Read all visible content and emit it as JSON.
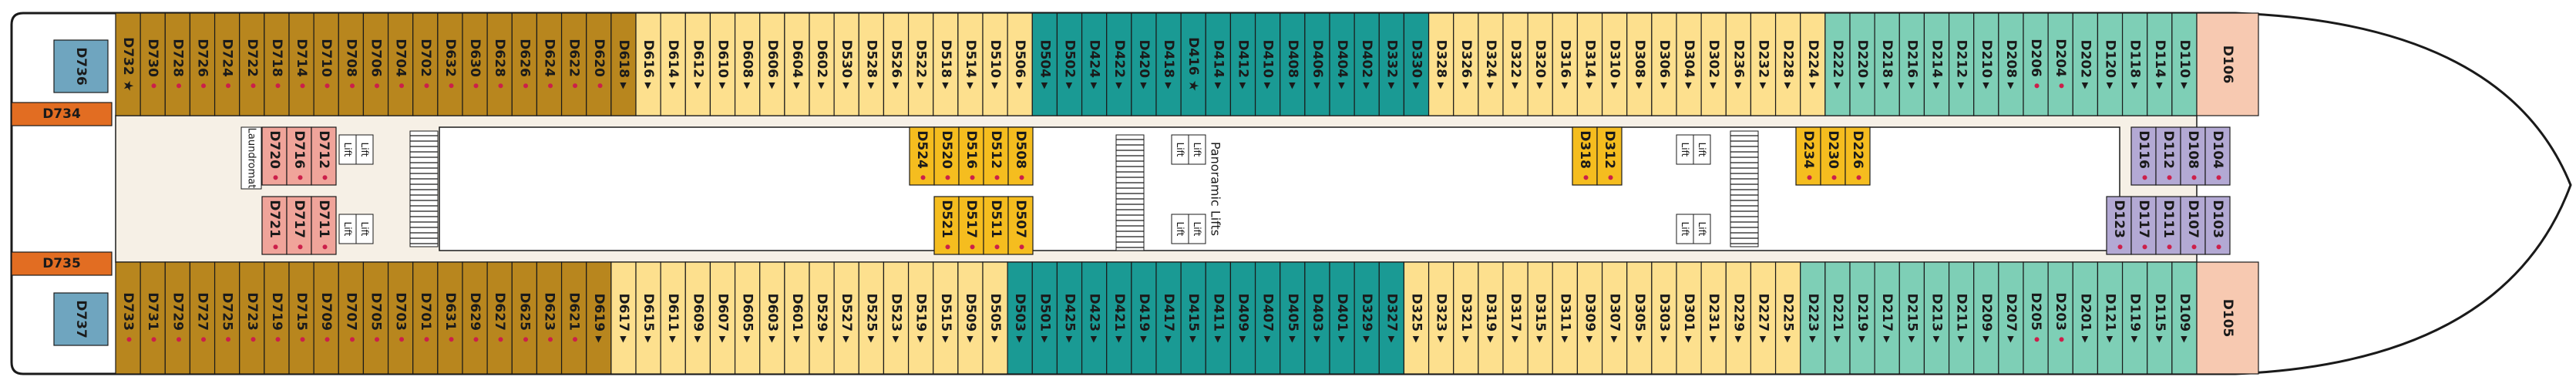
{
  "palette": {
    "brown": "#b8861e",
    "light_yellow": "#fde08e",
    "teal": "#1a9a94",
    "mint": "#7ecfb6",
    "steel": "#6fa5bf",
    "peach": "#f7c9b1",
    "pink": "#f0a49a",
    "lavender": "#b3a9d4",
    "gold": "#f5bd1f",
    "orange": "#e26d22",
    "corridor": "#f6f0e6",
    "outline": "#1a1a1a",
    "dot": "#cc1f4a"
  },
  "facilities": {
    "laundromat": "Laundromat",
    "lift": "Lift",
    "panoramic_lifts": "Panoramic Lifts"
  },
  "top_row": [
    {
      "id": "D732",
      "mark": "star"
    },
    {
      "id": "D730",
      "mark": "dot"
    },
    {
      "id": "D728",
      "mark": "dot"
    },
    {
      "id": "D726",
      "mark": "dot"
    },
    {
      "id": "D724",
      "mark": "dot"
    },
    {
      "id": "D722",
      "mark": "dot"
    },
    {
      "id": "D718",
      "mark": "dot"
    },
    {
      "id": "D714",
      "mark": "dot"
    },
    {
      "id": "D710",
      "mark": "dot"
    },
    {
      "id": "D708",
      "mark": "dot"
    },
    {
      "id": "D706",
      "mark": "dot"
    },
    {
      "id": "D704",
      "mark": "dot"
    },
    {
      "id": "D702",
      "mark": "dot"
    },
    {
      "id": "D632",
      "mark": "dot"
    },
    {
      "id": "D630",
      "mark": "dot"
    },
    {
      "id": "D628",
      "mark": "dot"
    },
    {
      "id": "D626",
      "mark": "dot"
    },
    {
      "id": "D624",
      "mark": "dot"
    },
    {
      "id": "D622",
      "mark": "dot"
    },
    {
      "id": "D620",
      "mark": "dot"
    },
    {
      "id": "D618",
      "mark": "arrow"
    },
    {
      "id": "D616",
      "mark": "arrow"
    },
    {
      "id": "D614",
      "mark": "arrow"
    },
    {
      "id": "D612",
      "mark": "arrow"
    },
    {
      "id": "D610",
      "mark": "arrow"
    },
    {
      "id": "D608",
      "mark": "arrow"
    },
    {
      "id": "D606",
      "mark": "arrow"
    },
    {
      "id": "D604",
      "mark": "arrow"
    },
    {
      "id": "D602",
      "mark": "arrow"
    },
    {
      "id": "D530",
      "mark": "arrow"
    },
    {
      "id": "D528",
      "mark": "arrow"
    },
    {
      "id": "D526",
      "mark": "arrow"
    },
    {
      "id": "D522",
      "mark": "arrow"
    },
    {
      "id": "D518",
      "mark": "arrow"
    },
    {
      "id": "D514",
      "mark": "arrow"
    },
    {
      "id": "D510",
      "mark": "arrow"
    },
    {
      "id": "D506",
      "mark": "arrow"
    },
    {
      "id": "D504",
      "mark": "arrow"
    },
    {
      "id": "D502",
      "mark": "arrow"
    },
    {
      "id": "D424",
      "mark": "arrow"
    },
    {
      "id": "D422",
      "mark": "arrow"
    },
    {
      "id": "D420",
      "mark": "arrow"
    },
    {
      "id": "D418",
      "mark": "arrow"
    },
    {
      "id": "D416",
      "mark": "star"
    },
    {
      "id": "D414",
      "mark": "arrow"
    },
    {
      "id": "D412",
      "mark": "arrow"
    },
    {
      "id": "D410",
      "mark": "arrow"
    },
    {
      "id": "D408",
      "mark": "arrow"
    },
    {
      "id": "D406",
      "mark": "arrow"
    },
    {
      "id": "D404",
      "mark": "arrow"
    },
    {
      "id": "D402",
      "mark": "arrow"
    },
    {
      "id": "D332",
      "mark": "arrow"
    },
    {
      "id": "D330",
      "mark": "arrow"
    },
    {
      "id": "D328",
      "mark": "arrow"
    },
    {
      "id": "D326",
      "mark": "arrow"
    },
    {
      "id": "D324",
      "mark": "arrow"
    },
    {
      "id": "D322",
      "mark": "arrow"
    },
    {
      "id": "D320",
      "mark": "arrow"
    },
    {
      "id": "D316",
      "mark": "arrow"
    },
    {
      "id": "D314",
      "mark": "arrow"
    },
    {
      "id": "D310",
      "mark": "arrow"
    },
    {
      "id": "D308",
      "mark": "arrow"
    },
    {
      "id": "D306",
      "mark": "arrow"
    },
    {
      "id": "D304",
      "mark": "arrow"
    },
    {
      "id": "D302",
      "mark": "arrow"
    },
    {
      "id": "D236",
      "mark": "arrow"
    },
    {
      "id": "D232",
      "mark": "arrow"
    },
    {
      "id": "D228",
      "mark": "arrow"
    },
    {
      "id": "D224",
      "mark": "arrow"
    },
    {
      "id": "D222",
      "mark": "arrow"
    },
    {
      "id": "D220",
      "mark": "arrow"
    },
    {
      "id": "D218",
      "mark": "arrow"
    },
    {
      "id": "D216",
      "mark": "arrow"
    },
    {
      "id": "D214",
      "mark": "arrow"
    },
    {
      "id": "D212",
      "mark": "arrow"
    },
    {
      "id": "D210",
      "mark": "arrow"
    },
    {
      "id": "D208",
      "mark": "arrow"
    },
    {
      "id": "D206",
      "mark": "dot"
    },
    {
      "id": "D204",
      "mark": "dot"
    },
    {
      "id": "D202",
      "mark": "arrow"
    },
    {
      "id": "D120",
      "mark": "arrow"
    },
    {
      "id": "D118",
      "mark": "arrow"
    },
    {
      "id": "D114",
      "mark": "arrow"
    },
    {
      "id": "D110",
      "mark": "arrow"
    }
  ],
  "bottom_row": [
    {
      "id": "D733",
      "mark": "dot"
    },
    {
      "id": "D731",
      "mark": "dot"
    },
    {
      "id": "D729",
      "mark": "dot"
    },
    {
      "id": "D727",
      "mark": "dot"
    },
    {
      "id": "D725",
      "mark": "dot"
    },
    {
      "id": "D723",
      "mark": "dot"
    },
    {
      "id": "D719",
      "mark": "dot"
    },
    {
      "id": "D715",
      "mark": "dot"
    },
    {
      "id": "D709",
      "mark": "dot"
    },
    {
      "id": "D707",
      "mark": "dot"
    },
    {
      "id": "D705",
      "mark": "dot"
    },
    {
      "id": "D703",
      "mark": "dot"
    },
    {
      "id": "D701",
      "mark": "dot"
    },
    {
      "id": "D631",
      "mark": "dot"
    },
    {
      "id": "D629",
      "mark": "dot"
    },
    {
      "id": "D627",
      "mark": "dot"
    },
    {
      "id": "D625",
      "mark": "dot"
    },
    {
      "id": "D623",
      "mark": "dot"
    },
    {
      "id": "D621",
      "mark": "dot"
    },
    {
      "id": "D619",
      "mark": "arrow"
    },
    {
      "id": "D617",
      "mark": "arrow"
    },
    {
      "id": "D615",
      "mark": "arrow"
    },
    {
      "id": "D611",
      "mark": "arrow"
    },
    {
      "id": "D609",
      "mark": "arrow"
    },
    {
      "id": "D607",
      "mark": "arrow"
    },
    {
      "id": "D605",
      "mark": "arrow"
    },
    {
      "id": "D603",
      "mark": "arrow"
    },
    {
      "id": "D601",
      "mark": "arrow"
    },
    {
      "id": "D529",
      "mark": "arrow"
    },
    {
      "id": "D527",
      "mark": "arrow"
    },
    {
      "id": "D525",
      "mark": "arrow"
    },
    {
      "id": "D523",
      "mark": "arrow"
    },
    {
      "id": "D519",
      "mark": "arrow"
    },
    {
      "id": "D515",
      "mark": "arrow"
    },
    {
      "id": "D509",
      "mark": "arrow"
    },
    {
      "id": "D505",
      "mark": "arrow"
    },
    {
      "id": "D503",
      "mark": "arrow"
    },
    {
      "id": "D501",
      "mark": "arrow"
    },
    {
      "id": "D425",
      "mark": "arrow"
    },
    {
      "id": "D423",
      "mark": "arrow"
    },
    {
      "id": "D421",
      "mark": "arrow"
    },
    {
      "id": "D419",
      "mark": "arrow"
    },
    {
      "id": "D417",
      "mark": "arrow"
    },
    {
      "id": "D415",
      "mark": "arrow"
    },
    {
      "id": "D411",
      "mark": "arrow"
    },
    {
      "id": "D409",
      "mark": "arrow"
    },
    {
      "id": "D407",
      "mark": "arrow"
    },
    {
      "id": "D405",
      "mark": "arrow"
    },
    {
      "id": "D403",
      "mark": "arrow"
    },
    {
      "id": "D401",
      "mark": "arrow"
    },
    {
      "id": "D329",
      "mark": "arrow"
    },
    {
      "id": "D327",
      "mark": "arrow"
    },
    {
      "id": "D325",
      "mark": "arrow"
    },
    {
      "id": "D323",
      "mark": "arrow"
    },
    {
      "id": "D321",
      "mark": "arrow"
    },
    {
      "id": "D319",
      "mark": "arrow"
    },
    {
      "id": "D317",
      "mark": "arrow"
    },
    {
      "id": "D315",
      "mark": "arrow"
    },
    {
      "id": "D311",
      "mark": "arrow"
    },
    {
      "id": "D309",
      "mark": "arrow"
    },
    {
      "id": "D307",
      "mark": "arrow"
    },
    {
      "id": "D305",
      "mark": "arrow"
    },
    {
      "id": "D303",
      "mark": "arrow"
    },
    {
      "id": "D301",
      "mark": "arrow"
    },
    {
      "id": "D231",
      "mark": "arrow"
    },
    {
      "id": "D229",
      "mark": "arrow"
    },
    {
      "id": "D227",
      "mark": "arrow"
    },
    {
      "id": "D225",
      "mark": "arrow"
    },
    {
      "id": "D223",
      "mark": "arrow"
    },
    {
      "id": "D221",
      "mark": "arrow"
    },
    {
      "id": "D219",
      "mark": "arrow"
    },
    {
      "id": "D217",
      "mark": "arrow"
    },
    {
      "id": "D215",
      "mark": "arrow"
    },
    {
      "id": "D213",
      "mark": "arrow"
    },
    {
      "id": "D211",
      "mark": "arrow"
    },
    {
      "id": "D209",
      "mark": "arrow"
    },
    {
      "id": "D207",
      "mark": "arrow"
    },
    {
      "id": "D205",
      "mark": "dot"
    },
    {
      "id": "D203",
      "mark": "dot"
    },
    {
      "id": "D201",
      "mark": "arrow"
    },
    {
      "id": "D121",
      "mark": "arrow"
    },
    {
      "id": "D119",
      "mark": "arrow"
    },
    {
      "id": "D115",
      "mark": "arrow"
    },
    {
      "id": "D109",
      "mark": "arrow"
    }
  ],
  "end_cabins": {
    "stern_top": "D736",
    "stern_bottom": "D737",
    "stern_top_orange": "D734",
    "stern_bottom_orange": "D735",
    "bow_top": "D106",
    "bow_bottom": "D105"
  },
  "inner_cabins": {
    "aft_pink_top": [
      "D720",
      "D716",
      "D712"
    ],
    "aft_pink_bottom": [
      "D721",
      "D717",
      "D711"
    ],
    "gold_block1_top": [
      "D524",
      "D520",
      "D516",
      "D512",
      "D508"
    ],
    "gold_block1_bottom": [
      "D521",
      "D517",
      "D511",
      "D507"
    ],
    "gold_block2": [
      "D318",
      "D312"
    ],
    "gold_block3": [
      "D234",
      "D230",
      "D226"
    ],
    "fwd_lav_top": [
      "D116",
      "D112",
      "D108",
      "D104"
    ],
    "fwd_lav_bottom": [
      "D123",
      "D117",
      "D111",
      "D107",
      "D103"
    ]
  }
}
